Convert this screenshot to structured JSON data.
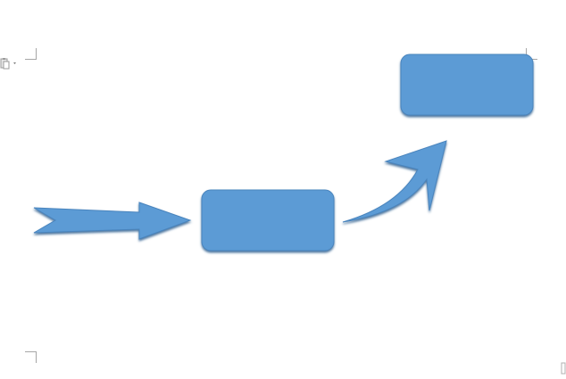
{
  "document": {
    "kind": "word-processor page",
    "shape_fill_color": "#5b9bd5",
    "shape_shadow_color": "#2e5f8f",
    "shape_outline_color": "#4a84bd",
    "shapes": [
      {
        "name": "notched-right-arrow",
        "text": ""
      },
      {
        "name": "rounded-rectangle-middle",
        "text": ""
      },
      {
        "name": "curved-up-arrow",
        "text": ""
      },
      {
        "name": "rounded-rectangle-top-right",
        "text": ""
      }
    ],
    "icons": [
      "paste-options-icon",
      "chevron-down-icon",
      "margin-corner-mark"
    ]
  }
}
